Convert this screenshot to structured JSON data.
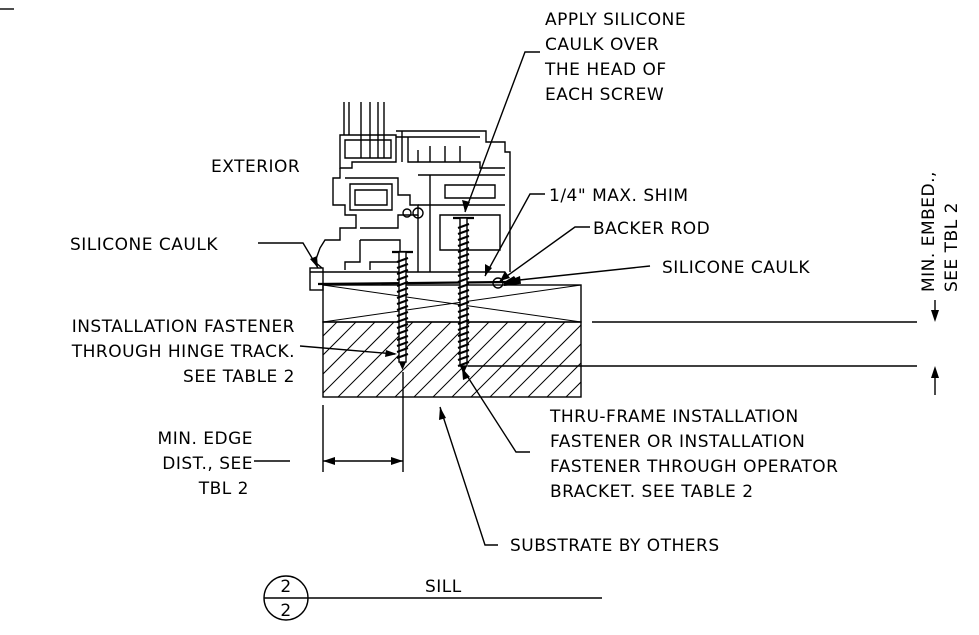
{
  "labels": {
    "apply_silicone": [
      "APPLY SILICONE",
      "CAULK OVER",
      "THE HEAD OF",
      "EACH SCREW"
    ],
    "exterior": "EXTERIOR",
    "shim": "1/4\" MAX. SHIM",
    "backer_rod": "BACKER ROD",
    "silicone_caulk_left": "SILICONE CAULK",
    "silicone_caulk_right": "SILICONE CAULK",
    "min_embed": [
      "MIN. EMBED.,",
      "SEE TBL 2"
    ],
    "installation_fastener": [
      "INSTALLATION FASTENER",
      "THROUGH HINGE TRACK.",
      "SEE TABLE 2"
    ],
    "min_edge": [
      "MIN. EDGE",
      "DIST., SEE",
      "TBL 2"
    ],
    "thru_frame": [
      "THRU-FRAME INSTALLATION",
      "FASTENER OR INSTALLATION",
      "FASTENER THROUGH OPERATOR",
      "BRACKET. SEE TABLE 2"
    ],
    "substrate": "SUBSTRATE BY OTHERS"
  },
  "title_block": {
    "detail_number": "2",
    "sheet_number": "2",
    "title": "SILL"
  }
}
